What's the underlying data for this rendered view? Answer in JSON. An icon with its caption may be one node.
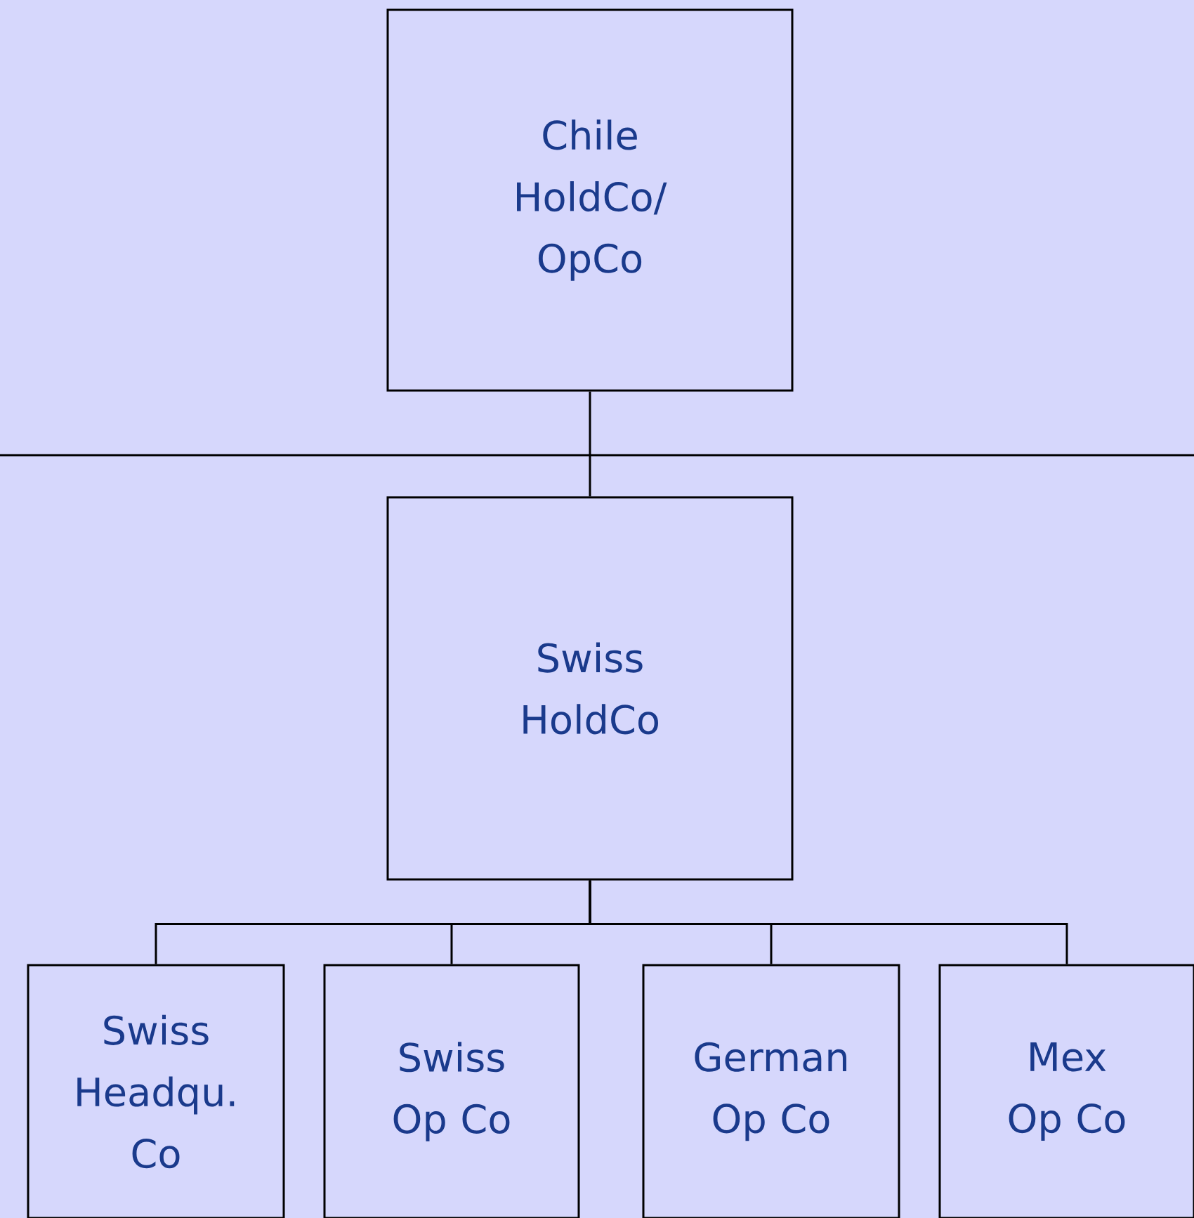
{
  "diagram": {
    "nodes": [
      {
        "text": [
          "Chile HoldCo/ OpCo"
        ]
      },
      {
        "text": [
          "Swiss HoldCo"
        ]
      },
      {
        "text": [
          "Swiss Headqu. Co"
        ]
      },
      {
        "text": [
          "Swiss Op Co"
        ]
      },
      {
        "text": [
          "German Op Co"
        ]
      },
      {
        "text": [
          "Mex Op Co"
        ]
      }
    ],
    "edges": [
      {
        "from": 0,
        "to": 1,
        "arrow": "none"
      },
      {
        "from": 1,
        "to": 2,
        "arrow": "none"
      },
      {
        "from": 1,
        "to": 3,
        "arrow": "none"
      },
      {
        "from": 1,
        "to": 4,
        "arrow": "none"
      },
      {
        "from": 1,
        "to": 5,
        "arrow": "none"
      }
    ]
  }
}
